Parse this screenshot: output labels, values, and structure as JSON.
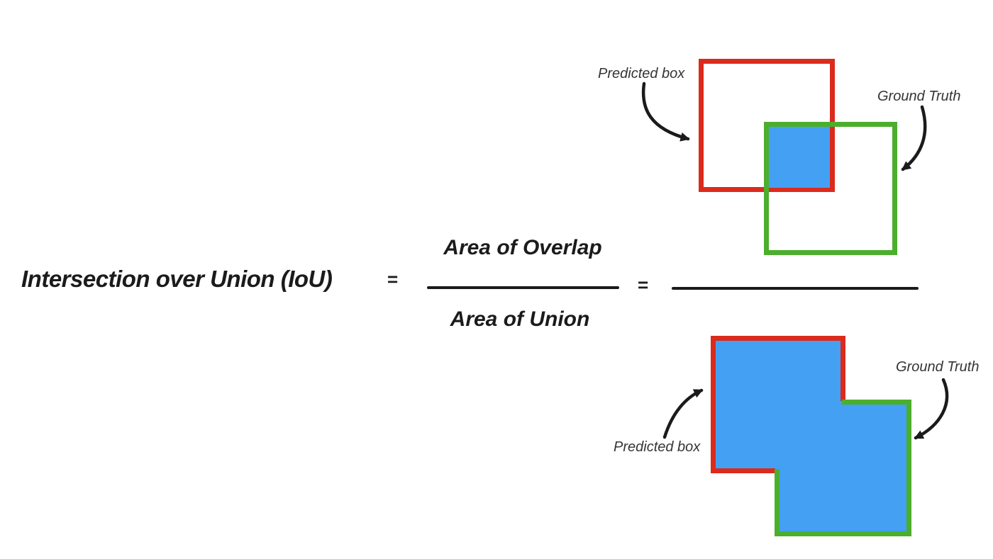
{
  "title": "Intersection over Union (IoU)",
  "formula": {
    "equals_left": "=",
    "numerator": "Area of Overlap",
    "denominator": "Area of Union",
    "equals_right": "="
  },
  "top_diagram": {
    "predicted_box_label": "Predicted box",
    "ground_truth_label": "Ground Truth",
    "overlap_region": "intersection of predicted and ground-truth boxes filled blue"
  },
  "bottom_diagram": {
    "predicted_box_label": "Predicted box",
    "ground_truth_label": "Ground Truth",
    "union_region": "union of predicted and ground-truth boxes filled blue"
  },
  "colors": {
    "red": "#DB2B1C",
    "green": "#4CAE2D",
    "blue": "#44A0F2",
    "ink": "#1B1B1B",
    "label": "#353535",
    "bg": "#FFFFFF"
  }
}
